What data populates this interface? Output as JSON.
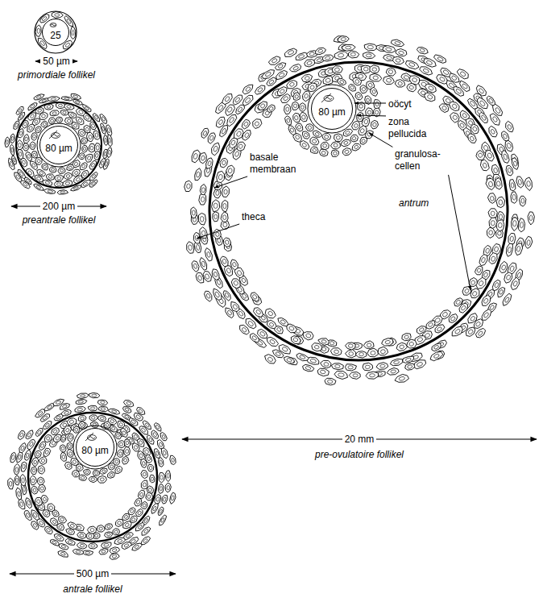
{
  "diagram": {
    "nodes": [
      {
        "text": [
          "25"
        ]
      },
      {
        "text": [
          "80 µm"
        ]
      },
      {
        "text": [
          "80 µm"
        ]
      },
      {
        "text": [
          "80 µm"
        ]
      }
    ],
    "labels": [
      "50 µm",
      "primordiale follikel",
      "200 µm",
      "preantrale follikel",
      "basale membraan",
      "theca",
      "oöcyt",
      "zona pellucida",
      "granulosa-cellen",
      "antrum",
      "20 mm",
      "pre-ovulatoire follikel",
      "500 µm",
      "antrale follikel"
    ]
  }
}
